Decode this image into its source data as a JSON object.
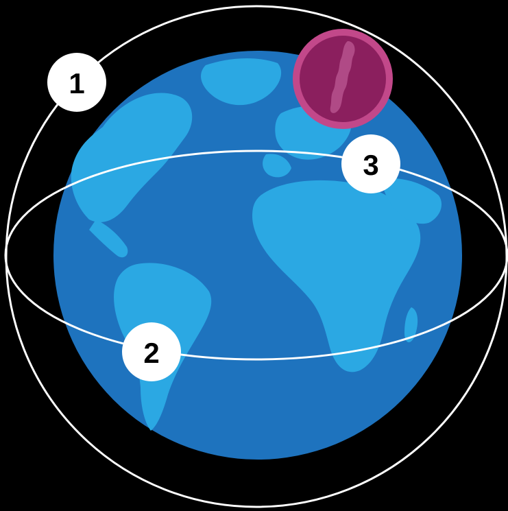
{
  "colors": {
    "background": "#000000",
    "ocean": "#1E73BE",
    "land": "#2BA8E3",
    "orbit_line": "#FFFFFF",
    "marker_fill": "#FFFFFF",
    "marker_text": "#000000",
    "badge_fill": "#8B1F5E",
    "badge_ring": "#C2488A",
    "badge_country": "#B04A86"
  },
  "markers": [
    {
      "label": "1"
    },
    {
      "label": "2"
    },
    {
      "label": "3"
    }
  ],
  "badge": {
    "icon": "sweden-country-silhouette-icon"
  }
}
